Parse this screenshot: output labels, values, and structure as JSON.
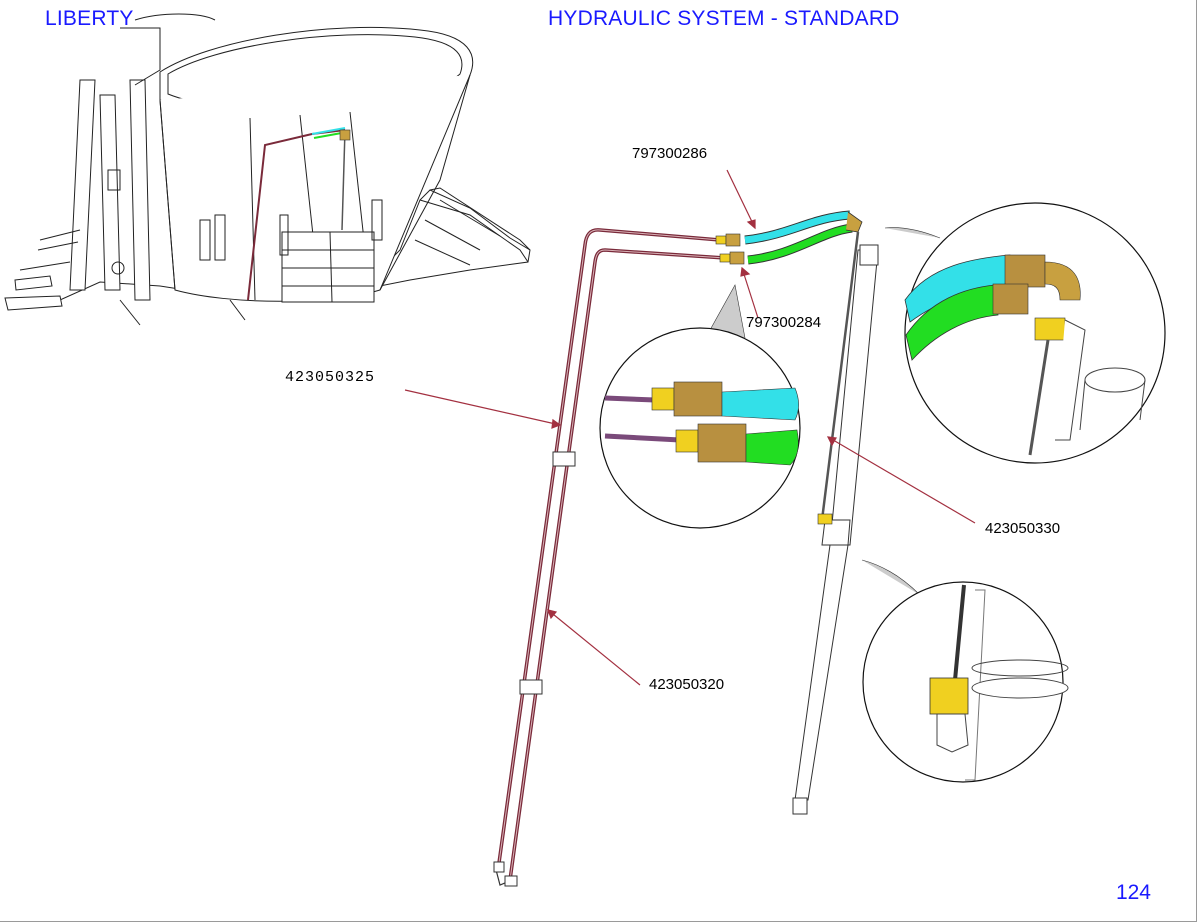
{
  "header": {
    "brand": "LIBERTY",
    "title": "HYDRAULIC SYSTEM - STANDARD"
  },
  "page_number": "124",
  "callouts": {
    "hose_cyan": "797300286",
    "hose_green": "797300284",
    "pipe_long": "423050325",
    "pipe_lower": "423050320",
    "pipe_cylinder": "423050330"
  },
  "colors": {
    "header_text": "#1a1aff",
    "hose_cyan": "#33e0e8",
    "hose_green": "#22dd22",
    "pipe": "#7a2a3a",
    "fitting_brass": "#c8a040",
    "fitting_yellow": "#f0d020",
    "leader": "#a33040"
  }
}
